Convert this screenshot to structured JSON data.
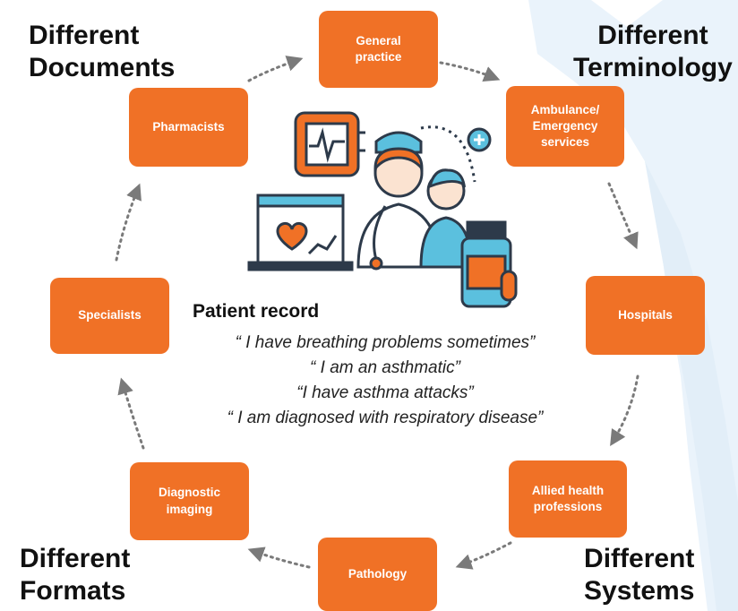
{
  "corners": {
    "top_left": "Different\nDocuments",
    "top_right": "Different\nTerminology",
    "bottom_left": "Different\nFormats",
    "bottom_right": "Different\nSystems"
  },
  "nodes": {
    "general_practice": "General\npractice",
    "ambulance": "Ambulance/\nEmergency\nservices",
    "hospitals": "Hospitals",
    "allied_health": "Allied health\nprofessions",
    "pathology": "Pathology",
    "diagnostic_imaging": "Diagnostic\nimaging",
    "specialists": "Specialists",
    "pharmacists": "Pharmacists"
  },
  "record": {
    "title": "Patient record",
    "quotes": [
      "“ I have breathing problems sometimes”",
      "“ I am an asthmatic”",
      "“I have asthma attacks”",
      "“ I am diagnosed with respiratory disease”"
    ]
  },
  "colors": {
    "node_fill": "#f07126",
    "silhouette": "#eaf3fb",
    "arrow": "#7a7a7a",
    "illustration_orange": "#f07126",
    "illustration_blue": "#5bc0de"
  }
}
